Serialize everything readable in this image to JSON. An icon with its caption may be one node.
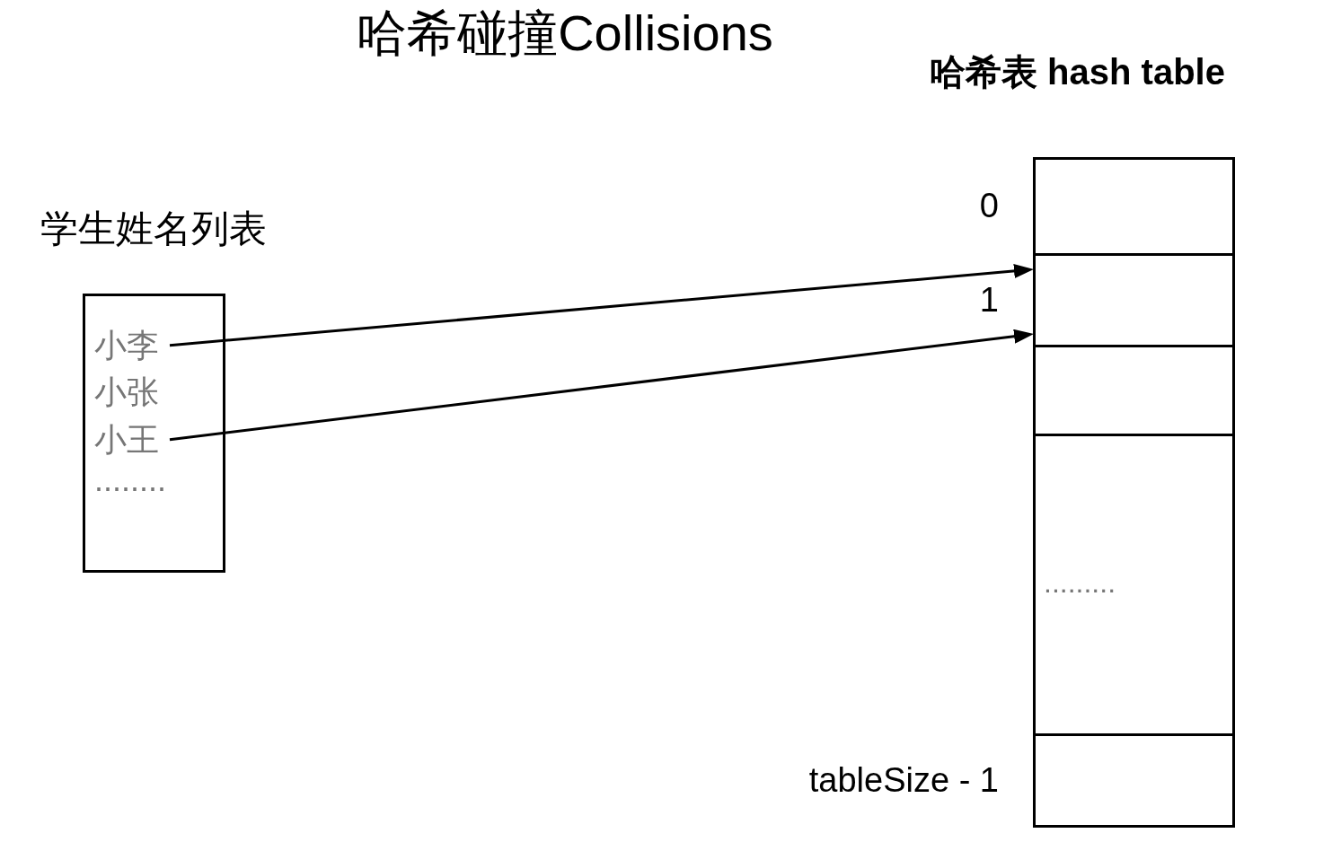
{
  "diagram": {
    "title": "哈希碰撞Collisions",
    "nodes": [
      {
        "text": [
          "学生姓名列表"
        ]
      },
      {
        "text": [
          "小李"
        ],
        "in": 0
      },
      {
        "text": [
          "小张"
        ],
        "in": 0
      },
      {
        "text": [
          "小王"
        ],
        "in": 0
      },
      {
        "text": [
          "........"
        ],
        "in": 0
      },
      {
        "text": [
          "哈希表 hash table"
        ]
      },
      {
        "text": [],
        "shape": "box",
        "in": 5,
        "beside": [
          "0"
        ]
      },
      {
        "text": [],
        "shape": "box",
        "in": 5,
        "beside": [
          "1"
        ]
      },
      {
        "text": [],
        "shape": "box",
        "in": 5
      },
      {
        "text": [
          "........."
        ],
        "in": 5
      },
      {
        "text": [],
        "shape": "box",
        "in": 5,
        "beside": [
          "tableSize - 1"
        ]
      }
    ],
    "edges": [
      {
        "from": 1,
        "to": 7,
        "arrow": "to"
      },
      {
        "from": 3,
        "to": 7,
        "arrow": "to"
      }
    ]
  }
}
